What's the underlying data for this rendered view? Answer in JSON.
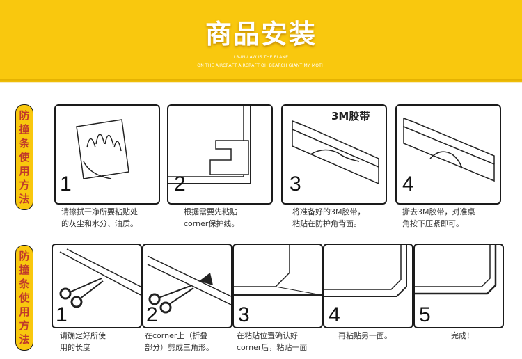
{
  "header": {
    "title": "商品安装",
    "subtitle_1": "LR-IN-LAW IS THE PLANE",
    "subtitle_2": "ON THE AIRCRAFT AIRCRAFT OH BEARCH GIANT MY MOTH"
  },
  "row1": {
    "side_label": [
      "防",
      "撞",
      "条",
      "使",
      "用",
      "方",
      "法"
    ],
    "steps": [
      {
        "num": "1",
        "caption": "请擦拭干净所要粘贴处\n的灰尘和水分、油质。"
      },
      {
        "num": "2",
        "caption": "根据需要先粘贴\ncorner保护线。"
      },
      {
        "num": "3",
        "caption": "将准备好的3M胶带，\n粘贴在防护角背面。",
        "label": "3M胶带"
      },
      {
        "num": "4",
        "caption": "撕去3M胶带，对准桌\n角按下压紧即可。"
      }
    ]
  },
  "row2": {
    "side_label": [
      "防",
      "撞",
      "条",
      "使",
      "用",
      "方",
      "法"
    ],
    "steps": [
      {
        "num": "1",
        "caption": "请确定好所使\n用的长度"
      },
      {
        "num": "2",
        "caption": "在corner上（折叠\n部分）剪成三角形。"
      },
      {
        "num": "3",
        "caption": "在粘贴位置确认好\ncorner后，粘贴一面"
      },
      {
        "num": "4",
        "caption": "再粘贴另一面。"
      },
      {
        "num": "5",
        "caption": "完成！"
      }
    ]
  }
}
